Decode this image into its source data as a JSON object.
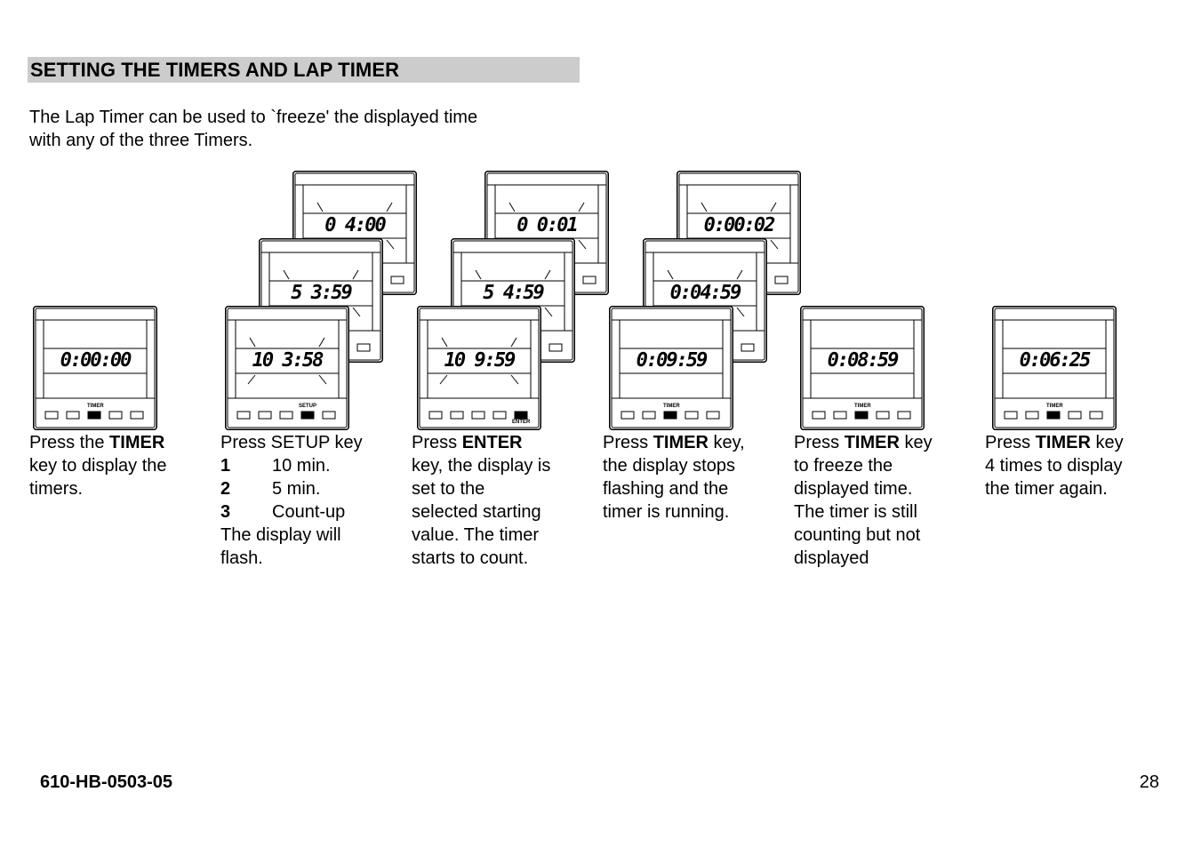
{
  "heading": "SETTING THE TIMERS AND LAP TIMER",
  "intro": [
    "The Lap Timer can be used to `freeze' the displayed time",
    "with any of the three Timers."
  ],
  "devices": [
    {
      "display": "0:00:00",
      "key_label": "TIMER"
    },
    {
      "display": "0 4:00"
    },
    {
      "display": "5 3:59"
    },
    {
      "display": "10 3:58",
      "key_label": "SETUP"
    },
    {
      "display": "0 0:01"
    },
    {
      "display": "5 4:59"
    },
    {
      "display": "10 9:59",
      "key_label": "ENTER"
    },
    {
      "display": "0:00:02"
    },
    {
      "display": "0:04:59"
    },
    {
      "display": "0:09:59",
      "key_label": "TIMER"
    },
    {
      "display": "0:08:59",
      "key_label": "TIMER"
    },
    {
      "display": "0:06:25",
      "key_label": "TIMER"
    }
  ],
  "steps": {
    "s1": {
      "pre": "Press the ",
      "key": "TIMER",
      "lines": [
        "key to display the",
        "timers."
      ]
    },
    "s2": {
      "line1": "Press SETUP key",
      "options": [
        {
          "num": "1",
          "text": "10 min."
        },
        {
          "num": "2",
          "text": "5 min."
        },
        {
          "num": "3",
          "text": "Count-up"
        }
      ],
      "lines": [
        "The display will",
        "flash."
      ]
    },
    "s3": {
      "pre": "Press ",
      "key": "ENTER",
      "lines": [
        "key, the display is",
        "set to the",
        "selected starting",
        "value. The timer",
        "starts to count."
      ]
    },
    "s4": {
      "pre": "Press ",
      "key": "TIMER",
      "post": " key,",
      "lines": [
        "the display stops",
        "flashing and the",
        "timer is running."
      ]
    },
    "s5": {
      "pre": "Press ",
      "key": "TIMER",
      "post": " key",
      "lines": [
        "to freeze the",
        "displayed time.",
        "The timer is still",
        "counting but not",
        "displayed"
      ]
    },
    "s6": {
      "pre": "Press ",
      "key": "TIMER",
      "post": " key",
      "lines": [
        "4 times to display",
        "the timer again."
      ]
    }
  },
  "footer": {
    "doc_number": "610-HB-0503-05",
    "page_number": "28"
  }
}
